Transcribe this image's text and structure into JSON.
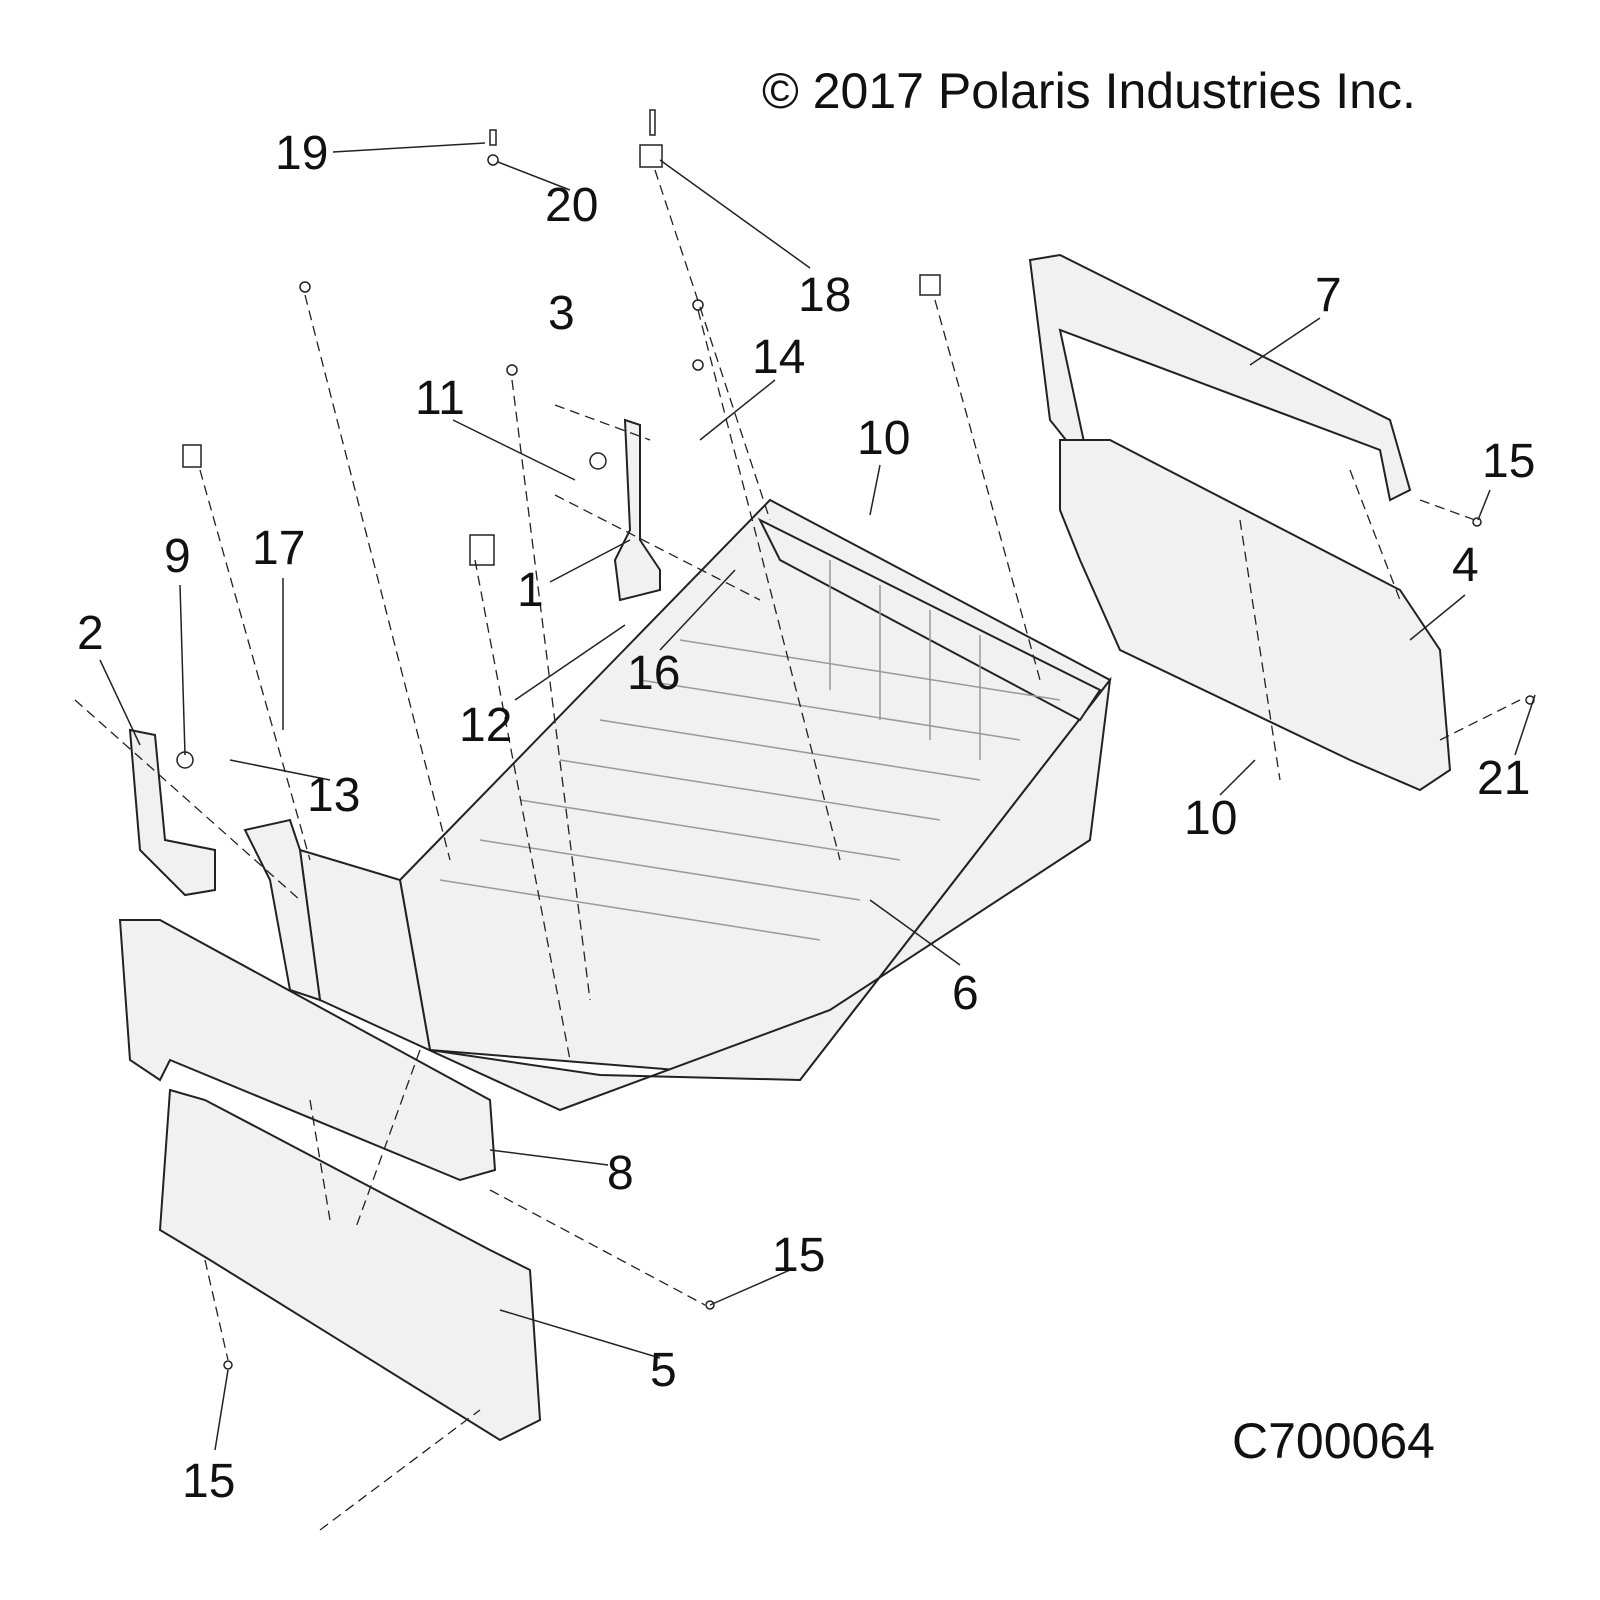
{
  "copyright": "© 2017 Polaris Industries Inc.",
  "diagram_code": "C700064",
  "callouts": [
    {
      "id": "c19",
      "label": "19"
    },
    {
      "id": "c20",
      "label": "20"
    },
    {
      "id": "c18",
      "label": "18"
    },
    {
      "id": "c3",
      "label": "3"
    },
    {
      "id": "c14",
      "label": "14"
    },
    {
      "id": "c11",
      "label": "11"
    },
    {
      "id": "c7",
      "label": "7"
    },
    {
      "id": "c10a",
      "label": "10"
    },
    {
      "id": "c15a",
      "label": "15"
    },
    {
      "id": "c9",
      "label": "9"
    },
    {
      "id": "c17",
      "label": "17"
    },
    {
      "id": "c2",
      "label": "2"
    },
    {
      "id": "c1",
      "label": "1"
    },
    {
      "id": "c16",
      "label": "16"
    },
    {
      "id": "c12",
      "label": "12"
    },
    {
      "id": "c4",
      "label": "4"
    },
    {
      "id": "c13",
      "label": "13"
    },
    {
      "id": "c10b",
      "label": "10"
    },
    {
      "id": "c21",
      "label": "21"
    },
    {
      "id": "c6",
      "label": "6"
    },
    {
      "id": "c8",
      "label": "8"
    },
    {
      "id": "c15b",
      "label": "15"
    },
    {
      "id": "c5",
      "label": "5"
    },
    {
      "id": "c15c",
      "label": "15"
    }
  ]
}
